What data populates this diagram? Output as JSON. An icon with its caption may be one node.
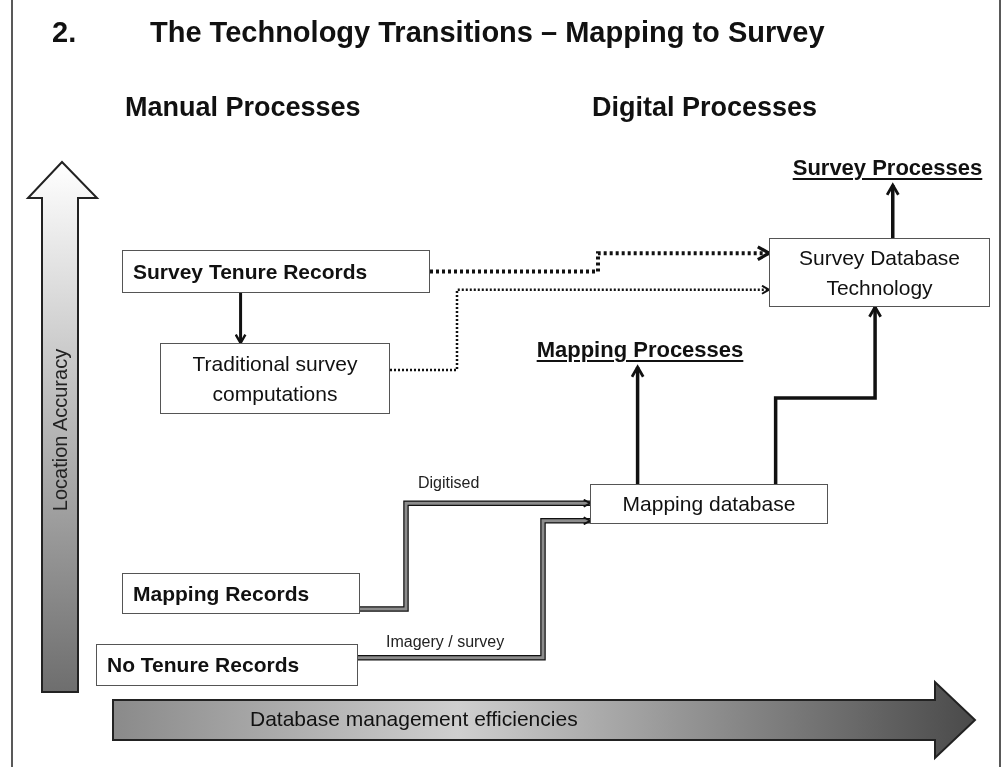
{
  "diagram": {
    "title": "The Technology Transitions – Mapping to Survey",
    "nodes": [
      {
        "text": [
          "Survey Tenure Records"
        ]
      },
      {
        "text": [
          "Traditional survey computations"
        ]
      },
      {
        "text": [
          "Survey Database Technology"
        ]
      },
      {
        "text": [
          "Survey Processes"
        ]
      },
      {
        "text": [
          "Mapping Processes"
        ]
      },
      {
        "text": [
          "Mapping database"
        ]
      },
      {
        "text": [
          "Mapping Records"
        ]
      },
      {
        "text": [
          "No Tenure Records"
        ]
      }
    ],
    "edges": [
      {
        "from": 0,
        "to": 1,
        "arrow": "to"
      },
      {
        "from": 0,
        "to": 2,
        "arrow": "to",
        "style": "dashed"
      },
      {
        "from": 1,
        "to": 2,
        "arrow": "to",
        "style": "dashed"
      },
      {
        "from": 6,
        "to": 5,
        "arrow": "to",
        "label": "Digitised",
        "color": "#8c8c8c"
      },
      {
        "from": 7,
        "to": 5,
        "arrow": "to",
        "label": "Imagery / survey",
        "color": "#8c8c8c"
      },
      {
        "from": 5,
        "to": 4,
        "arrow": "to"
      },
      {
        "from": 5,
        "to": 2,
        "arrow": "to"
      },
      {
        "from": 2,
        "to": 3,
        "arrow": "to"
      }
    ],
    "labels": [
      "2.",
      "Manual Processes",
      "Digital Processes",
      "Location Accuracy",
      "Database management efficiencies"
    ]
  }
}
